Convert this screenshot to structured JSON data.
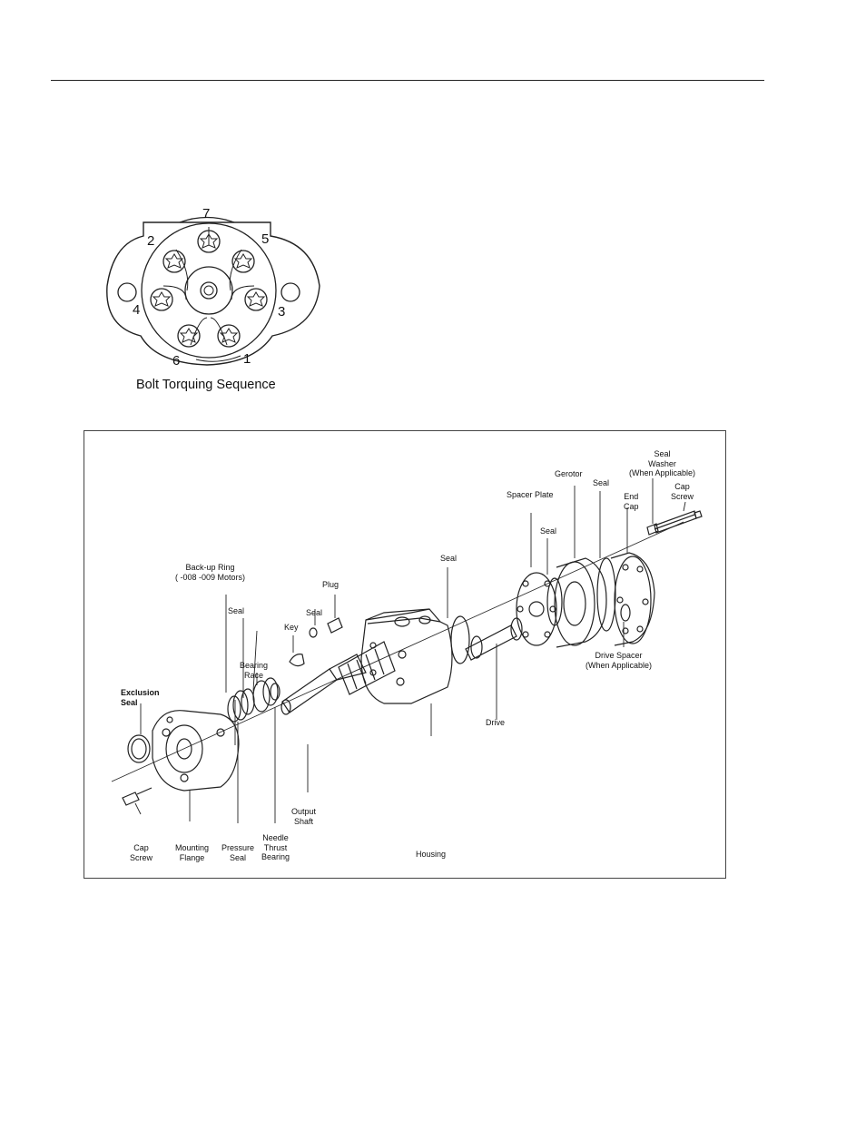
{
  "torque_figure": {
    "caption": "Bolt Torquing Sequence",
    "bolt_numbers": [
      "7",
      "2",
      "5",
      "4",
      "3",
      "6",
      "1"
    ]
  },
  "exploded_view": {
    "labels": {
      "seal_washer": [
        "Seal",
        "Washer",
        "(When Applicable)"
      ],
      "gerotor": [
        "Gerotor"
      ],
      "seal_gerotor": [
        "Seal"
      ],
      "cap_screw_right": [
        "Cap",
        "Screw"
      ],
      "end_cap": [
        "End",
        "Cap"
      ],
      "spacer_plate": [
        "Spacer Plate"
      ],
      "seal_spacer": [
        "Seal"
      ],
      "seal_housing": [
        "Seal"
      ],
      "backup_ring": [
        "Back-up Ring",
        "( -008 -009 Motors)"
      ],
      "plug": [
        "Plug"
      ],
      "seal_plug": [
        "Seal"
      ],
      "key": [
        "Key"
      ],
      "seal_left": [
        "Seal"
      ],
      "bearing_race": [
        "Bearing",
        "Race"
      ],
      "exclusion_seal": [
        "Exclusion",
        "Seal"
      ],
      "drive_spacer": [
        "Drive Spacer",
        "(When Applicable)"
      ],
      "drive": [
        "Drive"
      ],
      "output_shaft": [
        "Output",
        "Shaft"
      ],
      "cap_screw_left": [
        "Cap",
        "Screw"
      ],
      "mounting_flange": [
        "Mounting",
        "Flange"
      ],
      "pressure_seal": [
        "Pressure",
        "Seal"
      ],
      "needle_thrust_bearing": [
        "Needle",
        "Thrust",
        "Bearing"
      ],
      "housing": [
        "Housing"
      ]
    }
  }
}
